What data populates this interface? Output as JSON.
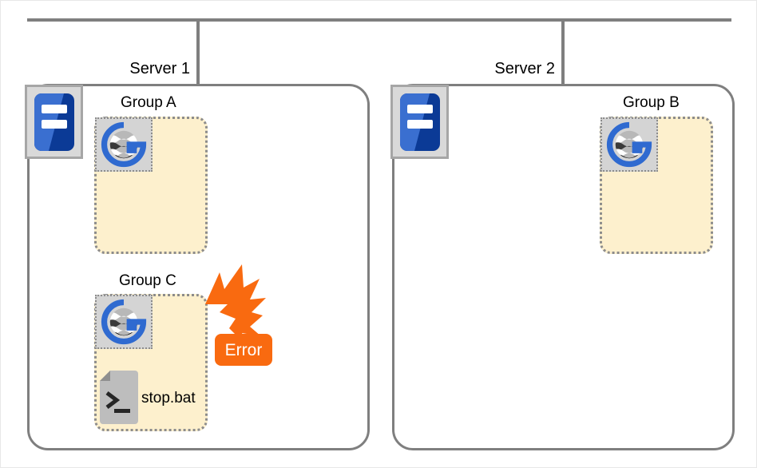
{
  "diagram": {
    "title": "Server group failure diagram",
    "colors": {
      "group_fill": "#fdf0cd",
      "group_border": "#8c8c8c",
      "server_border": "#7f7f7f",
      "error_orange": "#f96a10",
      "icon_blue": "#3a6fd0",
      "icon_blue_dark": "#0b3a96",
      "icon_gray": "#d4d4d4"
    }
  },
  "servers": [
    {
      "label": "Server 1",
      "icon_name": "server-icon",
      "groups": [
        {
          "label": "Group A",
          "resource_icon": "cluster-resource-icon",
          "script": null,
          "error": null
        },
        {
          "label": "Group C",
          "resource_icon": "cluster-resource-icon",
          "script": "stop.bat",
          "error": "Error"
        }
      ]
    },
    {
      "label": "Server 2",
      "icon_name": "server-icon",
      "groups": [
        {
          "label": "Group  B",
          "resource_icon": "cluster-resource-icon",
          "script": null,
          "error": null
        }
      ]
    }
  ],
  "labels": {
    "server1": "Server 1",
    "server2": "Server 2",
    "group_a": "Group A",
    "group_b": "Group  B",
    "group_c": "Group  C",
    "script_file": "stop.bat",
    "error_text": "Error"
  }
}
